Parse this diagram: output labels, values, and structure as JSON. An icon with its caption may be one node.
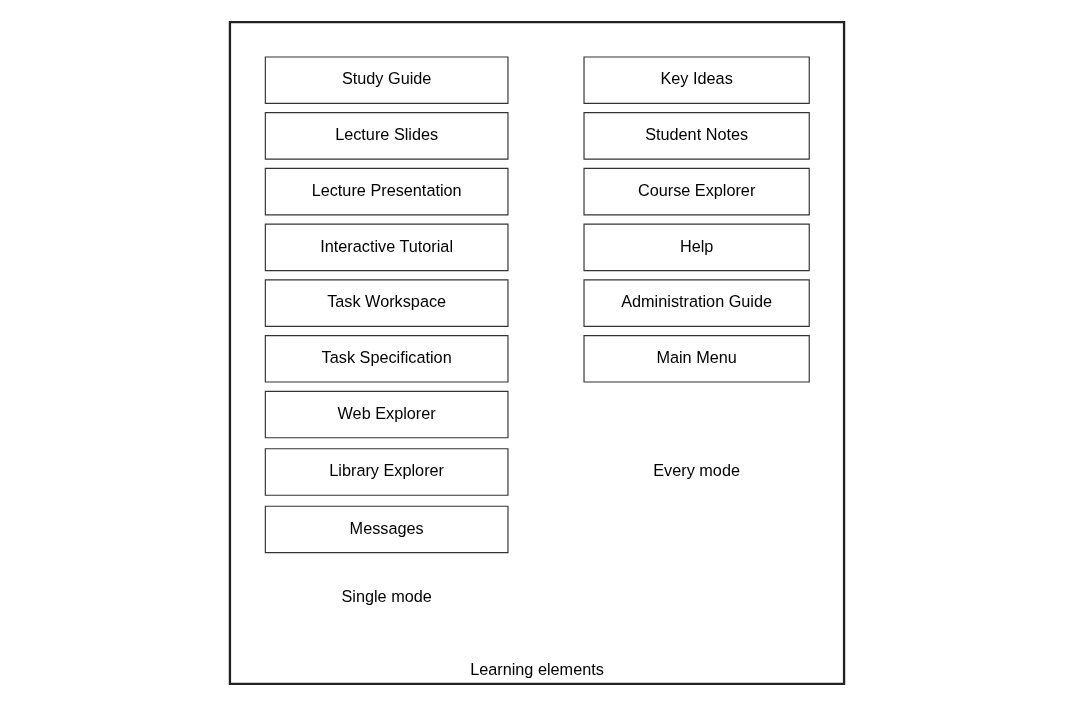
{
  "diagram": {
    "nodes": [
      {
        "text": [
          "Learning elements"
        ]
      },
      {
        "text": [
          "Key Ideas"
        ],
        "in": 0
      },
      {
        "text": [
          "Student Notes"
        ],
        "in": 0
      },
      {
        "text": [
          "Course Explorer"
        ],
        "in": 0
      },
      {
        "text": [
          "Help"
        ],
        "in": 0
      },
      {
        "text": [
          "Administration Guide"
        ],
        "in": 0
      },
      {
        "text": [
          "Main Menu"
        ],
        "in": 0
      },
      {
        "text": [
          "Study Guide"
        ],
        "in": 0
      },
      {
        "text": [
          "Lecture Slides"
        ],
        "in": 0
      },
      {
        "text": [
          "Lecture Presentation"
        ],
        "in": 0
      },
      {
        "text": [
          "Interactive Tutorial"
        ],
        "in": 0
      },
      {
        "text": [
          "Task Workspace"
        ],
        "in": 0
      },
      {
        "text": [
          "Task Specification"
        ],
        "in": 0
      },
      {
        "text": [
          "Web Explorer"
        ],
        "in": 0
      },
      {
        "text": [
          "Library Explorer"
        ],
        "in": 0
      },
      {
        "text": [
          "Messages"
        ],
        "in": 0
      }
    ],
    "edges": [],
    "labels": [
      "Every mode",
      "Single mode"
    ]
  }
}
